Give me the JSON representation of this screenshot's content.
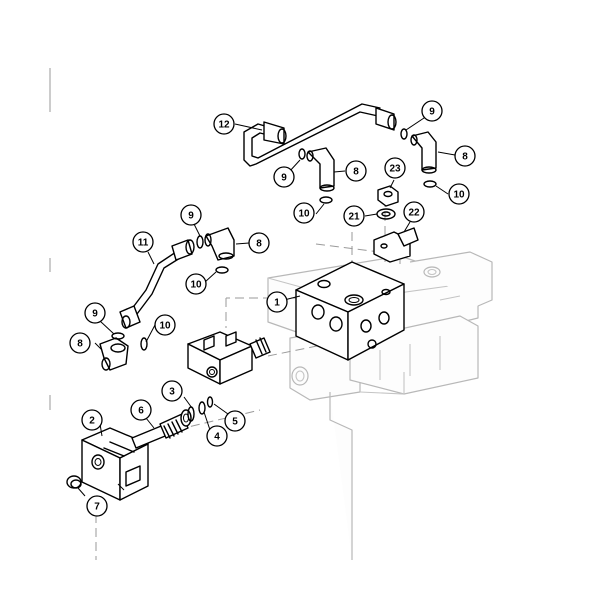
{
  "callouts": [
    {
      "label": "1"
    },
    {
      "label": "2"
    },
    {
      "label": "3"
    },
    {
      "label": "4"
    },
    {
      "label": "5"
    },
    {
      "label": "6"
    },
    {
      "label": "7"
    },
    {
      "label": "8"
    },
    {
      "label": "8"
    },
    {
      "label": "8"
    },
    {
      "label": "8"
    },
    {
      "label": "9"
    },
    {
      "label": "9"
    },
    {
      "label": "9"
    },
    {
      "label": "9"
    },
    {
      "label": "10"
    },
    {
      "label": "10"
    },
    {
      "label": "10"
    },
    {
      "label": "10"
    },
    {
      "label": "11"
    },
    {
      "label": "12"
    },
    {
      "label": "21"
    },
    {
      "label": "22"
    },
    {
      "label": "23"
    }
  ]
}
